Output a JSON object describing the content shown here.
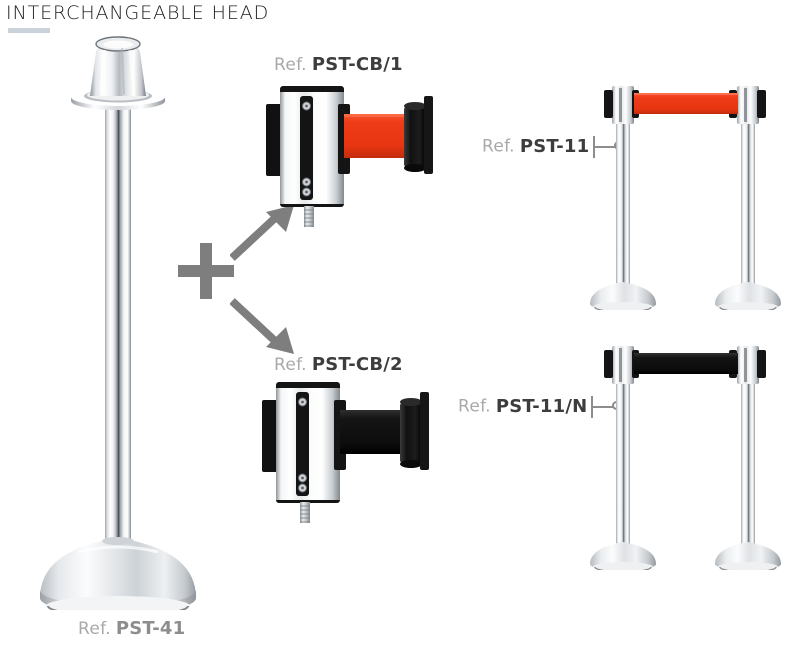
{
  "page": {
    "title": "INTERCHANGEABLE HEAD",
    "background_color": "#ffffff"
  },
  "colors": {
    "belt_red": "#ee3b18",
    "belt_black": "#141414",
    "chrome_light": "#fdfdfd",
    "chrome_mid": "#c9ccd0",
    "chrome_dark": "#8a8e93",
    "label_gray": "#a9a9a9",
    "label_dark": "#3d3d3d",
    "label_mid_gray": "#8d8d8d",
    "accent_bar": "#ccd2da",
    "symbol_gray": "#7e7e7e"
  },
  "ref_word": "Ref.",
  "labels": {
    "post": {
      "prefix": "Ref.",
      "code": "PST-41",
      "tone": "gray"
    },
    "head_red": {
      "prefix": "Ref.",
      "code": "PST-CB/1",
      "tone": "dark"
    },
    "head_black": {
      "prefix": "Ref.",
      "code": "PST-CB/2",
      "tone": "dark"
    },
    "assembly_red": {
      "prefix": "Ref.",
      "code": "PST-11",
      "tone": "dark",
      "has_leader": true
    },
    "assembly_black": {
      "prefix": "Ref.",
      "code": "PST-11/N",
      "tone": "dark",
      "has_leader": true
    }
  },
  "symbols": {
    "plus": "plus-sign",
    "arrow_up_right": "arrow-up-right",
    "arrow_down_right": "arrow-down-right"
  },
  "products": [
    {
      "name": "chrome-stanchion-post",
      "ref": "PST-41",
      "description": "Polished chrome queue post with domed cap and conical base"
    },
    {
      "name": "retractable-belt-head-red",
      "ref": "PST-CB/1",
      "belt_color": "#ee3b18",
      "description": "Interchangeable retractable belt cassette head, red belt, threaded stud"
    },
    {
      "name": "retractable-belt-head-black",
      "ref": "PST-CB/2",
      "belt_color": "#141414",
      "description": "Interchangeable retractable belt cassette head, black belt, threaded stud"
    },
    {
      "name": "assembled-stanchion-pair-red",
      "ref": "PST-11",
      "belt_color": "#ee3b18",
      "description": "Two assembled posts joined by extended red belt"
    },
    {
      "name": "assembled-stanchion-pair-black",
      "ref": "PST-11/N",
      "belt_color": "#141414",
      "description": "Two assembled posts joined by extended black belt"
    }
  ]
}
